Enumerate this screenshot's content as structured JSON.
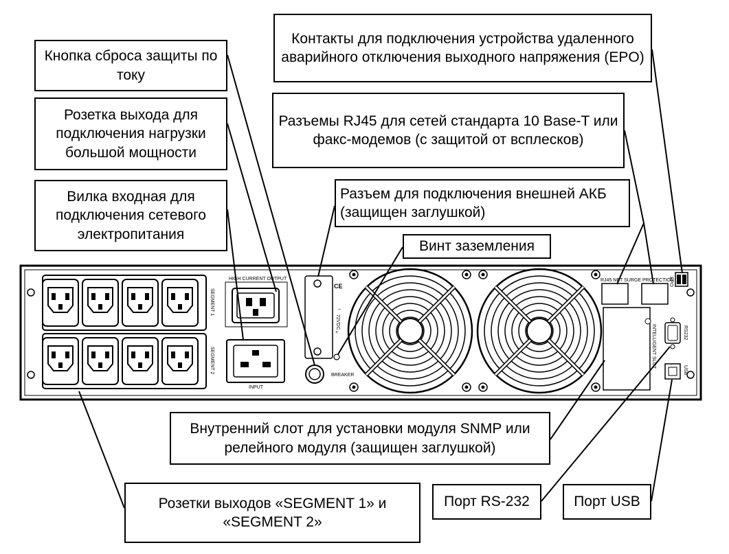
{
  "callouts": {
    "epo": "Контакты для подключения устройства удаленного аварийного отключения выходного напряжения (EPO)",
    "reset": "Кнопка сброса защиты по току",
    "rj45": "Разъемы RJ45 для сетей стандарта 10 Base-T или факс-модемов (с защитой от всплесков)",
    "high_outlet": "Розетка выхода для подключения нагрузки большой мощности",
    "input_plug": "Вилка входная для подключения сетевого электропитания",
    "ext_battery": "Разъем для подключения внешней АКБ (защищен заглушкой)",
    "ground": "Винт заземления",
    "snmp_slot": "Внутренний слот для установки модуля SNMP или релейного модуля (защищен заглушкой)",
    "segments": "Розетки выходов «SEGMENT 1» и «SEGMENT 2»",
    "rs232": "Порт RS-232",
    "usb": "Порт USB"
  },
  "panel_labels": {
    "high_current_output": "HIGH CURRENT OUTPUT",
    "segment1": "SEGMENT 1",
    "segment2": "SEGMENT 2",
    "input": "INPUT",
    "dc": "72VDC",
    "minus": "–",
    "plus": "+",
    "ce": "CE",
    "breaker": "BREAKER",
    "rj45_net": "RJ45 NET SURGE PROTECTION",
    "epo": "EPO",
    "intelligent_slot": "INTELLIGENT SLOT",
    "rs232": "RS232",
    "usb": "USB"
  }
}
